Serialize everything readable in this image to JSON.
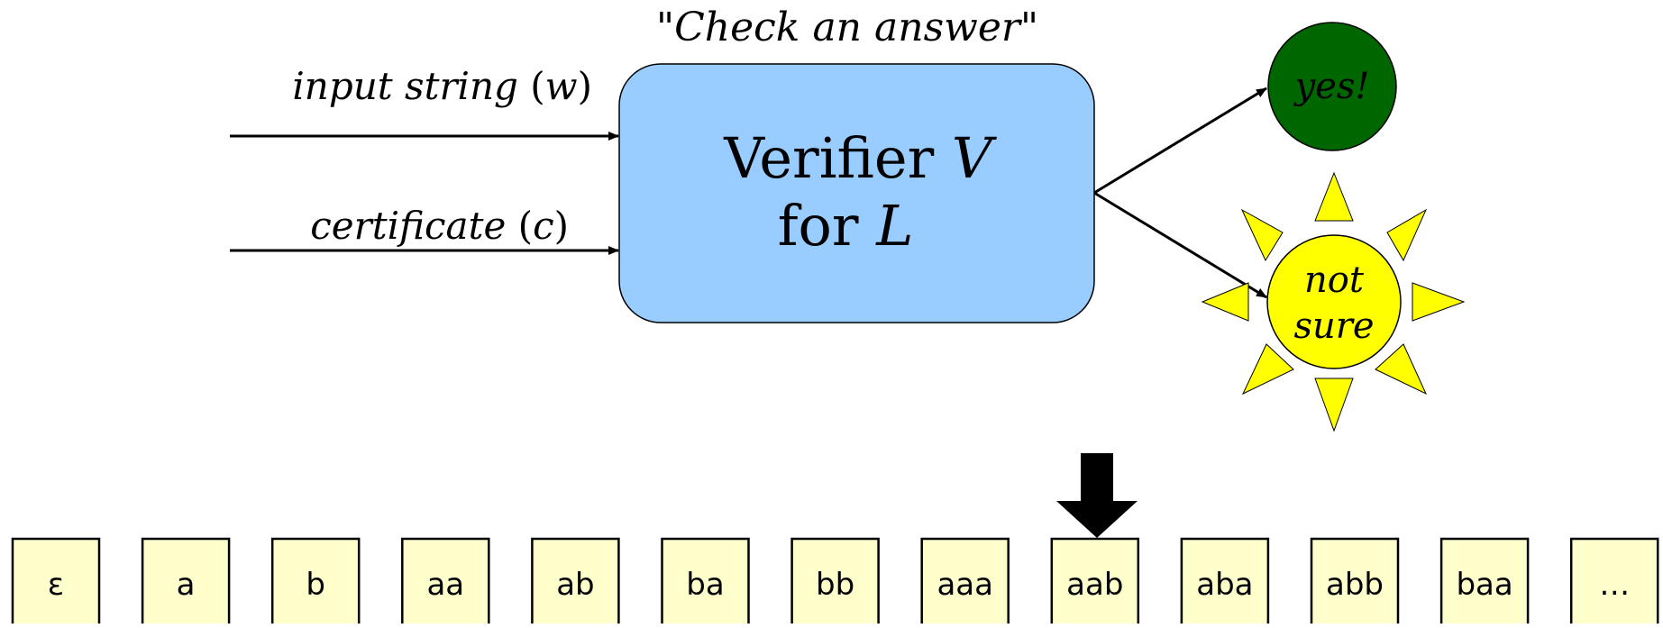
{
  "title": {
    "quote_open": "\"",
    "text": "Check an answer",
    "quote_close": "\""
  },
  "inputs": {
    "input_string": {
      "label": "input string",
      "var_open": " (",
      "var": "w",
      "var_close": ")"
    },
    "certificate": {
      "label": "certificate",
      "var_open": " (",
      "var": "c",
      "var_close": ")"
    }
  },
  "verifier": {
    "line1_text": "Verifier ",
    "line1_var": "V",
    "line2_text": "for ",
    "line2_var": "L",
    "fill": "#99ccff"
  },
  "outcomes": {
    "yes": {
      "label": "yes!",
      "fill": "#006600"
    },
    "not_sure": {
      "line1": "not",
      "line2": "sure",
      "fill": "#ffff00"
    }
  },
  "tape": {
    "cells": [
      "ε",
      "a",
      "b",
      "aa",
      "ab",
      "ba",
      "bb",
      "aaa",
      "aab",
      "aba",
      "abb",
      "baa",
      "…"
    ],
    "pointer_index": 8,
    "pointer_icon": "down-arrow-icon",
    "cell_fill": "#ffffcc"
  }
}
